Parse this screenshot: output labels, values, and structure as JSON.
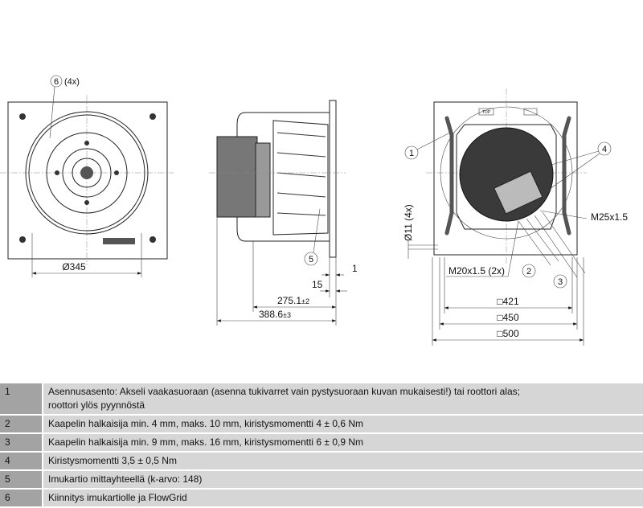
{
  "labels": {
    "callout_6": "6",
    "callout_6_qty": "(4x)",
    "dim_diameter": "Ø345",
    "callout_5": "5",
    "dim_1": "1",
    "dim_15": "15",
    "dim_275": "275.1",
    "dim_275_tol": "±2",
    "dim_388": "388.6",
    "dim_388_tol": "±3",
    "callout_1": "1",
    "callout_4": "4",
    "callout_2": "2",
    "callout_3": "3",
    "thread_m25": "M25x1.5",
    "thread_m20": "M20x1.5 (2x)",
    "hole": "Ø11 (4x)",
    "sq_421": "□421",
    "sq_450": "□450",
    "sq_500": "□500",
    "top_mark": "TOP"
  },
  "legend": [
    {
      "no": "1",
      "text": "Asennusasento: Akseli vaakasuoraan (asenna tukivarret vain pystysuoraan kuvan mukaisesti!) tai roottori alas; roottori ylös pyynnöstä"
    },
    {
      "no": "2",
      "text": "Kaapelin halkaisija min. 4 mm, maks. 10 mm, kiristysmomentti 4 ± 0,6 Nm"
    },
    {
      "no": "3",
      "text": "Kaapelin halkaisija min. 9 mm, maks. 16 mm, kiristysmomentti 6 ± 0,9 Nm"
    },
    {
      "no": "4",
      "text": "Kiristysmomentti 3,5 ± 0,5 Nm"
    },
    {
      "no": "5",
      "text": "Imukartio mittayhteellä (k-arvo: 148)"
    },
    {
      "no": "6",
      "text": "Kiinnitys imukartiolle ja FlowGrid"
    }
  ]
}
